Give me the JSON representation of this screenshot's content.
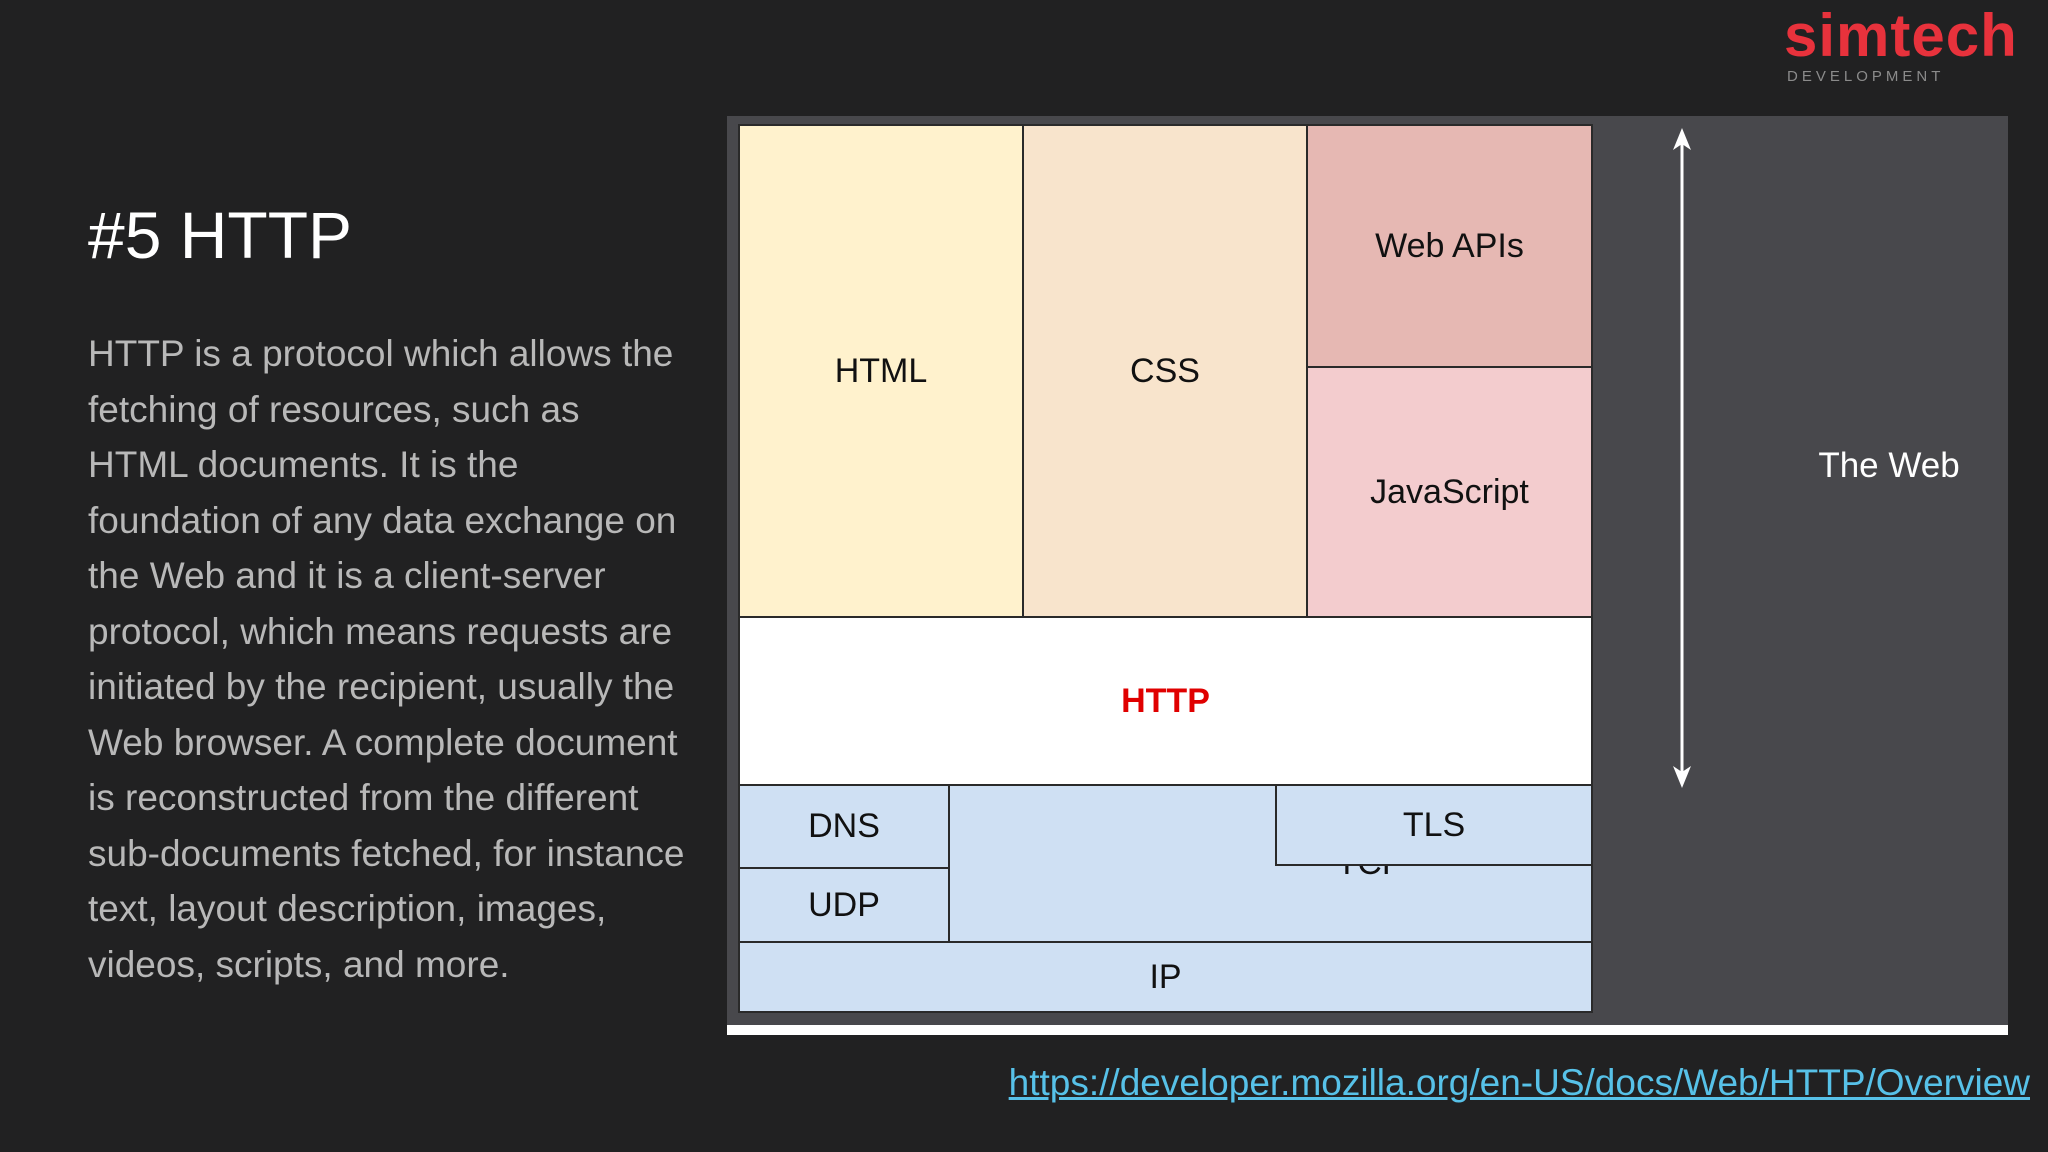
{
  "logo": {
    "name": "simtech",
    "tagline": "DEVELOPMENT"
  },
  "slide": {
    "title": "#5 HTTP",
    "body": "HTTP is a protocol which allows the fetching of resources, such as HTML documents. It is the foundation of any data exchange on the Web and it is a client-server protocol, which means requests are initiated by the recipient, usually the Web browser. A complete document is reconstructed from the different sub-documents fetched, for instance text, layout description, images, videos, scripts, and more.",
    "link": "https://developer.mozilla.org/en-US/docs/Web/HTTP/Overview"
  },
  "diagram": {
    "html": "HTML",
    "css": "CSS",
    "web_apis": "Web APIs",
    "javascript": "JavaScript",
    "http": "HTTP",
    "dns": "DNS",
    "udp": "UDP",
    "tcp": "TCP",
    "tls": "TLS",
    "ip": "IP",
    "side_label": "The Web"
  },
  "colors": {
    "brand": "#e8323c",
    "http_text": "#e00000",
    "link": "#57c1e8",
    "html_block": "#fff2cd",
    "css_block": "#f8e4cc",
    "web_apis_block": "#e6b8b3",
    "javascript_block": "#f3ccce",
    "network_blocks": "#cfe0f3"
  }
}
